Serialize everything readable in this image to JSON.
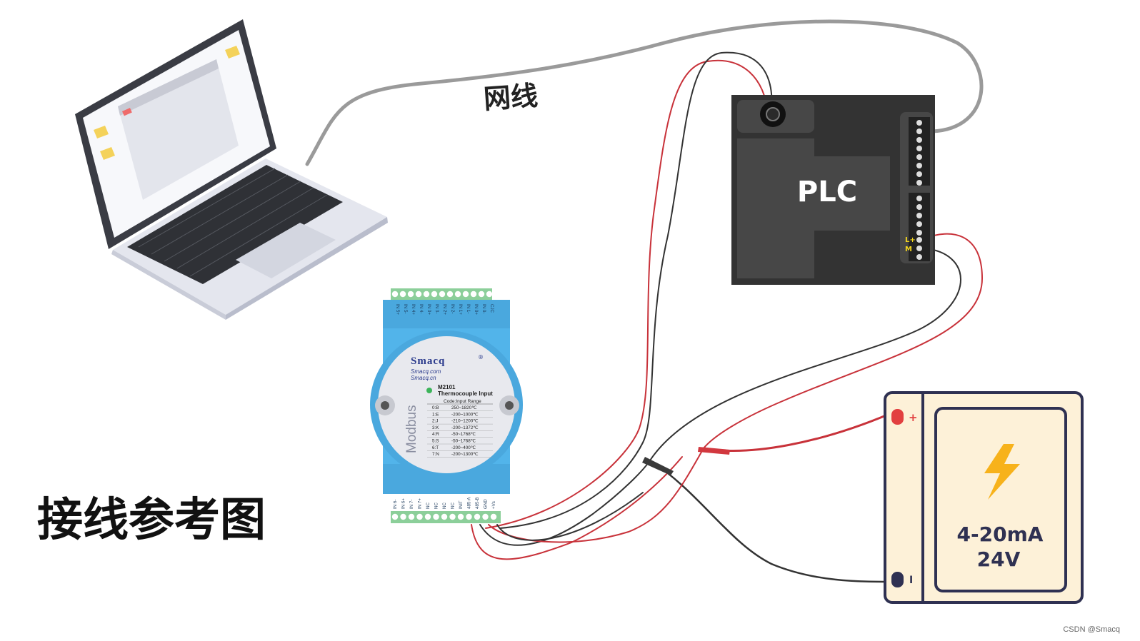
{
  "labels": {
    "cable": "网线",
    "title": "接线参考图",
    "plc": "PLC",
    "plc_l_plus": "L+",
    "plc_m": "M",
    "battery_plus": "+",
    "battery_minus": "I",
    "supply_current": "4-20mA",
    "supply_voltage": "24V",
    "watermark": "CSDN @Smacq"
  },
  "module": {
    "brand": "Smacq",
    "brand_mark": "®",
    "url1": "Smacq.com",
    "url2": "Smacq.cn",
    "model": "M2101",
    "desc": "Thermocouple Input",
    "side_text": "Modbus",
    "table_header": "Code:Input Range",
    "ranges": [
      {
        "code": "0:B",
        "range": "250~1820℃"
      },
      {
        "code": "1:E",
        "range": "-200~1000℃"
      },
      {
        "code": "2:J",
        "range": "-210~1200℃"
      },
      {
        "code": "3:K",
        "range": "-200~1372℃"
      },
      {
        "code": "4:R",
        "range": "-50~1768℃"
      },
      {
        "code": "5:S",
        "range": "-50~1768℃"
      },
      {
        "code": "6:T",
        "range": "-200~400℃"
      },
      {
        "code": "7:N",
        "range": "-200~1300℃"
      }
    ],
    "top_pins": [
      "IN 5+",
      "IN 5-",
      "IN 4+",
      "IN 4-",
      "IN 3+",
      "IN 3-",
      "IN 2+",
      "IN 2-",
      "IN 1+",
      "IN 1-",
      "IN 0+",
      "IN 0-",
      "CJC"
    ],
    "bottom_pins": [
      "IN 6-",
      "IN 6+",
      "IN 7-",
      "IN 7+",
      "NC",
      "NC",
      "NC",
      "NC",
      "INIT",
      "485-A",
      "485-B",
      "GND",
      "+Vs"
    ]
  },
  "colors": {
    "cable_gray": "#9a9a9a",
    "wire_red": "#c8323a",
    "wire_black": "#333333",
    "module_blue": "#52b4ea",
    "plc_body": "#333333",
    "battery_fill": "#fdf1d8",
    "battery_border": "#2f3152",
    "bolt": "#f7b21b"
  }
}
